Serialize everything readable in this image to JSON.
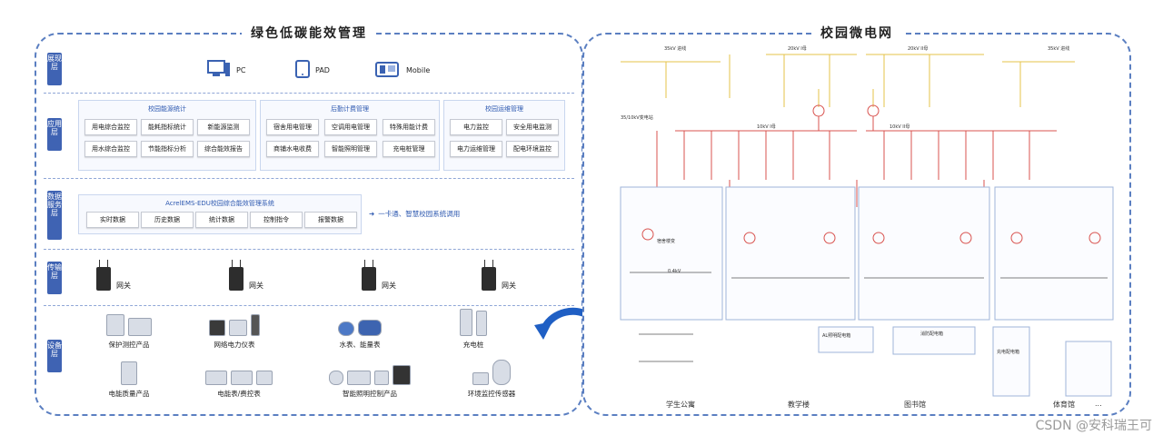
{
  "left": {
    "title": "绿色低碳能效管理",
    "layers": {
      "display": {
        "tag": "展现层",
        "items": [
          "PC",
          "PAD",
          "Mobile"
        ]
      },
      "application": {
        "tag": "应用层",
        "groups": [
          {
            "title": "校园能源统计",
            "items": [
              "用电综合监控",
              "能耗指标统计",
              "新能源监测",
              "用水综合监控",
              "节能指标分析",
              "综合能效报告"
            ]
          },
          {
            "title": "后勤计费管理",
            "items": [
              "宿舍用电管理",
              "空调用电管理",
              "特殊用能计费",
              "商铺水电收费",
              "智能照明管理",
              "充电桩管理"
            ]
          },
          {
            "title": "校园运维管理",
            "items": [
              "电力监控",
              "安全用电监测",
              "电力运维管理",
              "配电环境监控"
            ]
          }
        ]
      },
      "data_service": {
        "tag": "数据服务层",
        "system_title": "AcrelEMS-EDU校园综合能效管理系统",
        "items": [
          "实时数据",
          "历史数据",
          "统计数据",
          "控制指令",
          "报警数据"
        ],
        "arrow_note": "一卡通、智慧校园系统调用"
      },
      "transport": {
        "tag": "传输层",
        "gateways": [
          "网关",
          "网关",
          "网关",
          "网关"
        ]
      },
      "device": {
        "tag": "设备层",
        "products_row1": [
          "保护测控产品",
          "网络电力仪表",
          "水表、能量表",
          "充电桩"
        ],
        "products_row2": [
          "电能质量产品",
          "电能表/费控表",
          "智能照明控制产品",
          "环境监控传感器"
        ]
      }
    }
  },
  "right": {
    "title": "校园微电网",
    "top_labels": [
      "35kV 进线",
      "20kV I母",
      "20kV II母",
      "35kV 进线"
    ],
    "mid_labels": [
      "35/10kV变电站",
      "10kV I母",
      "10kV II母"
    ],
    "substation_label": "宿舍楼变",
    "voltage_label": "0.4kV",
    "buildings": [
      "学生公寓",
      "教学楼",
      "图书馆",
      "体育馆"
    ],
    "building_subtitles": [
      "AL照明配电箱",
      "消防配电箱",
      "充电配电箱"
    ],
    "ellipsis": "..."
  },
  "watermark": "CSDN @安科瑞王可",
  "colors": {
    "accent": "#3f63b3",
    "dashed": "#5b7fc1",
    "red_line": "#d9534f",
    "yellow_line": "#e6c34a"
  }
}
